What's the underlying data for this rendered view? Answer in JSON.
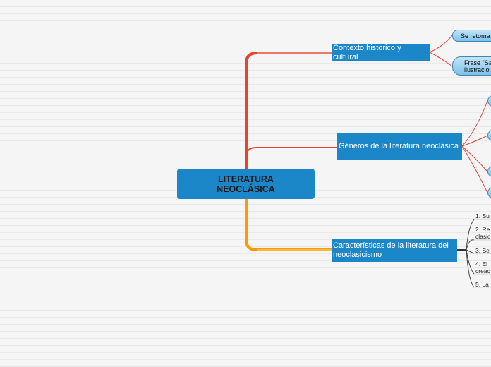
{
  "root": {
    "line1": "LITERATURA",
    "line2": "NEOCLÁSICA"
  },
  "topics": [
    {
      "label": "Contexto historico y cultural",
      "subtopics": [
        "Se retoma",
        "Frase \"Sa",
        "ilustracio"
      ]
    },
    {
      "label": "Géneros de la literatura neoclásica",
      "subtopics": []
    },
    {
      "label": "Características de la literatura del neoclasicismo",
      "items": [
        {
          "line1": "1. Su",
          "line2": ""
        },
        {
          "line1": "2. Re",
          "line2": "clasic"
        },
        {
          "line1": "3. Se",
          "line2": ""
        },
        {
          "line1": "4. El",
          "line2": "creac"
        },
        {
          "line1": "5. La",
          "line2": ""
        }
      ]
    }
  ],
  "colors": {
    "node_fill": "#1b87c9",
    "branch_1": "#e8432f",
    "branch_2": "#e8432f",
    "branch_3": "#ff9900",
    "subtopic_fill": "#7cc2ea",
    "list_line": "#333333"
  }
}
